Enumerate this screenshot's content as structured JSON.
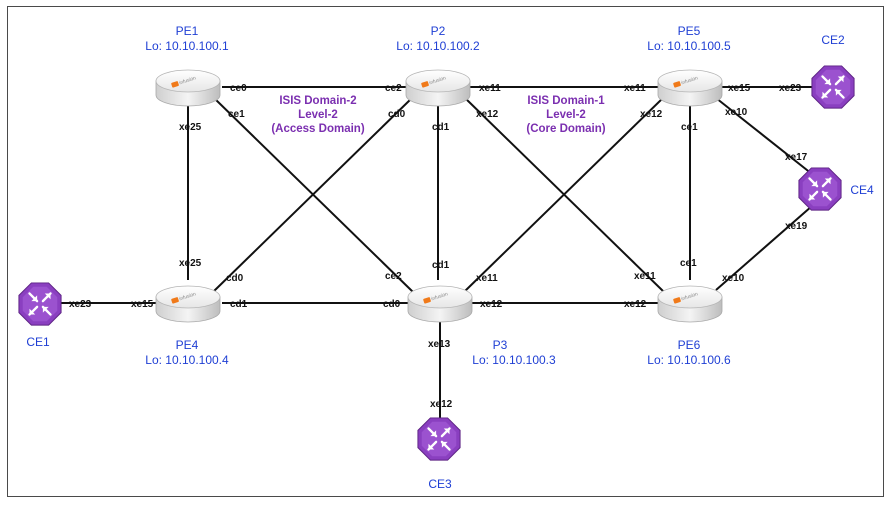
{
  "routers": {
    "pe1": {
      "name": "PE1",
      "lo": "Lo: 10.10.100.1"
    },
    "p2": {
      "name": "P2",
      "lo": "Lo: 10.10.100.2"
    },
    "pe5": {
      "name": "PE5",
      "lo": "Lo: 10.10.100.5"
    },
    "pe4": {
      "name": "PE4",
      "lo": "Lo: 10.10.100.4"
    },
    "p3": {
      "name": "P3",
      "lo": "Lo: 10.10.100.3"
    },
    "pe6": {
      "name": "PE6",
      "lo": "Lo: 10.10.100.6"
    }
  },
  "brand_text": "infusion",
  "ce": {
    "ce1": "CE1",
    "ce2": "CE2",
    "ce3": "CE3",
    "ce4": "CE4"
  },
  "domains": {
    "access": [
      "ISIS Domain-2",
      "Level-2",
      "(Access Domain)"
    ],
    "core": [
      "ISIS Domain-1",
      "Level-2",
      "(Core Domain)"
    ]
  },
  "interfaces": {
    "pe1_ce0": "ce0",
    "pe1_ce1": "ce1",
    "pe1_xe25": "xe25",
    "p2_ce2": "ce2",
    "p2_cd0": "cd0",
    "p2_cd1": "cd1",
    "p2_xe11": "xe11",
    "p2_xe12": "xe12",
    "pe5_xe11": "xe11",
    "pe5_xe12": "xe12",
    "pe5_ce1": "ce1",
    "pe5_xe15": "xe15",
    "pe5_xe10": "xe10",
    "ce2_xe23": "xe23",
    "ce4_xe17": "xe17",
    "ce4_xe19": "xe19",
    "pe4_xe25": "xe25",
    "pe4_cd0": "cd0",
    "pe4_cd1": "cd1",
    "pe4_xe15": "xe15",
    "ce1_xe23": "xe23",
    "p3_cd1": "cd1",
    "p3_ce2": "ce2",
    "p3_cd0": "cd0",
    "p3_xe11": "xe11",
    "p3_xe12": "xe12",
    "p3_xe13": "xe13",
    "ce3_xe12": "xe12",
    "pe6_ce1": "ce1",
    "pe6_xe11": "xe11",
    "pe6_xe12": "xe12",
    "pe6_xe10": "xe10"
  },
  "colors": {
    "label_blue": "#1f3fd4",
    "domain_purple": "#7b2fb0",
    "ce_purple": "#8a3fc0",
    "link": "#111111",
    "brand_orange": "#f07a1a"
  }
}
